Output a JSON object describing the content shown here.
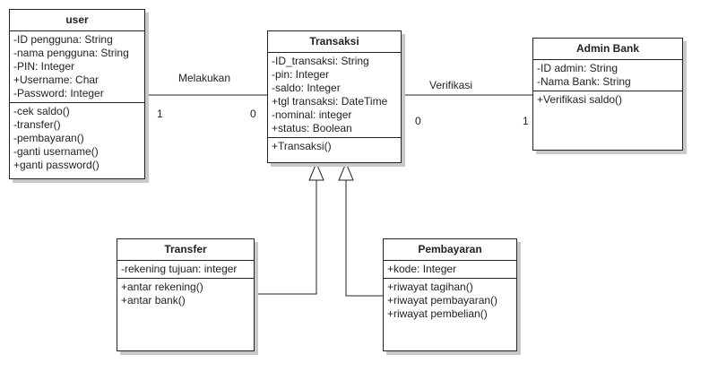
{
  "classes": {
    "user": {
      "name": "user",
      "attributes": [
        "-ID pengguna: String",
        "-nama pengguna: String",
        "-PIN: Integer",
        "+Username: Char",
        "-Password: Integer"
      ],
      "methods": [
        "-cek saldo()",
        "-transfer()",
        "-pembayaran()",
        "-ganti username()",
        "+ganti password()"
      ]
    },
    "transaksi": {
      "name": "Transaksi",
      "attributes": [
        "-ID_transaksi: String",
        "-pin: Integer",
        "-saldo: Integer",
        "+tgl transaksi: DateTime",
        "-nominal: integer",
        "+status: Boolean"
      ],
      "methods": [
        "+Transaksi()"
      ]
    },
    "admin": {
      "name": "Admin Bank",
      "attributes": [
        "-ID admin: String",
        "-Nama Bank: String"
      ],
      "methods": [
        "+Verifikasi saldo()"
      ]
    },
    "transfer": {
      "name": "Transfer",
      "attributes": [
        "-rekening tujuan: integer"
      ],
      "methods": [
        "+antar rekening()",
        "+antar bank()"
      ]
    },
    "pembayaran": {
      "name": "Pembayaran",
      "attributes": [
        "+kode: Integer"
      ],
      "methods": [
        "+riwayat tagihan()",
        "+riwayat pembayaran()",
        "+riwayat pembelian()"
      ]
    }
  },
  "associations": {
    "melakukan": {
      "label": "Melakukan",
      "mult_left": "1",
      "mult_right": "0"
    },
    "verifikasi": {
      "label": "Verifikasi",
      "mult_left": "0",
      "mult_right": "1"
    }
  },
  "colors": {
    "line": "#222222",
    "shadow": "#c9c9c9"
  }
}
